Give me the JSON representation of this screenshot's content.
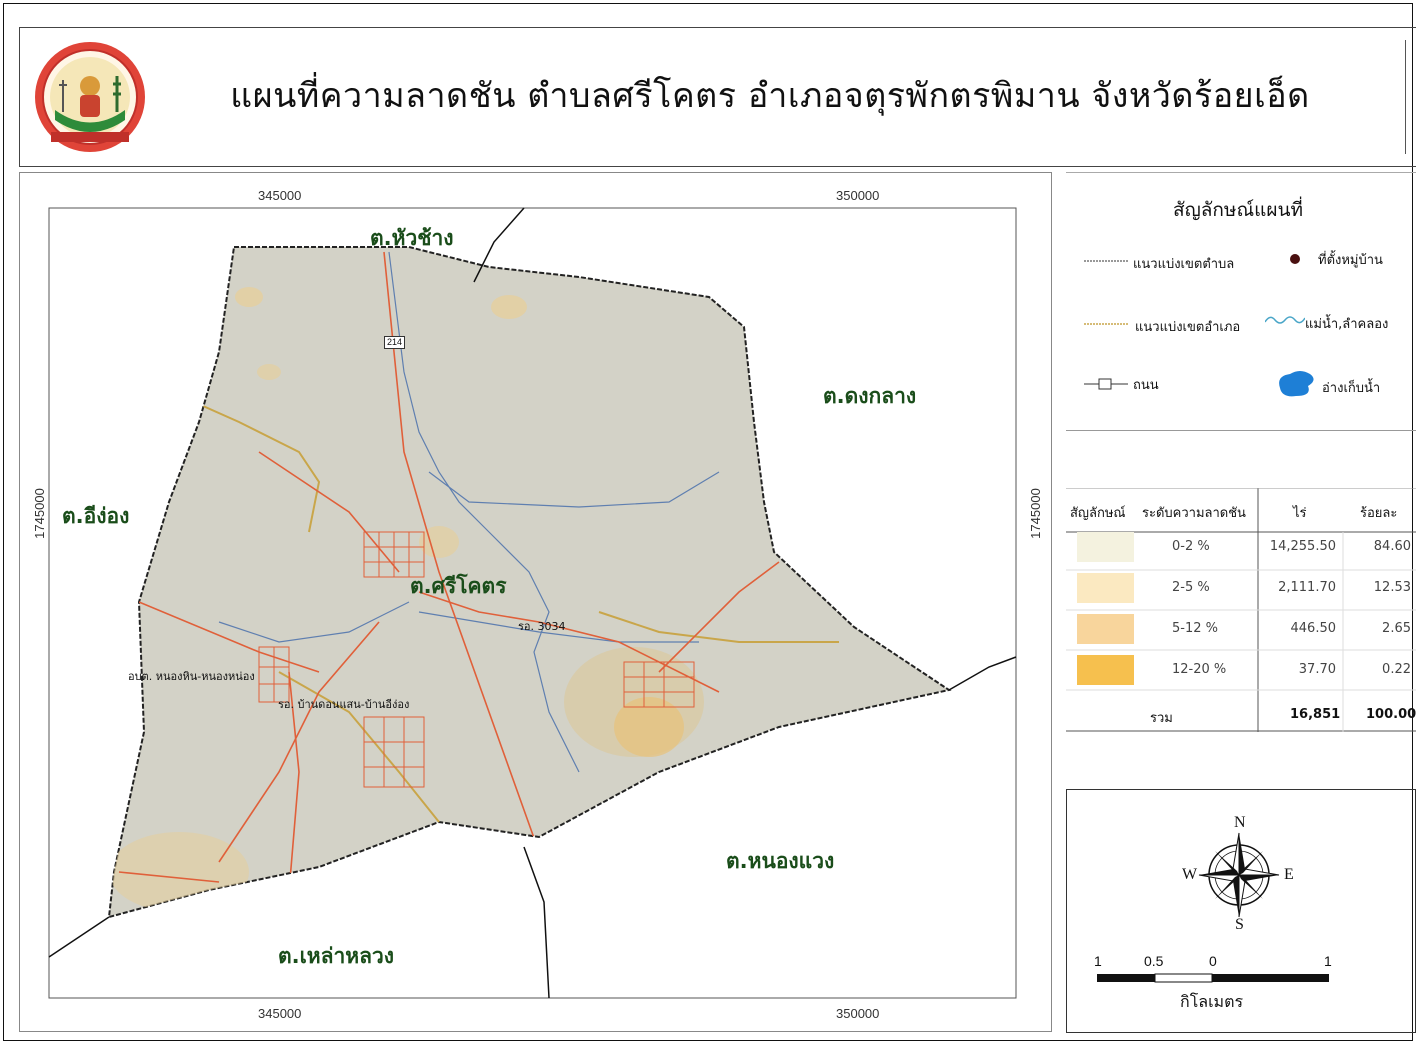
{
  "header": {
    "title": "แผนที่ความลาดชัน  ตำบลศรีโคตร อำเภอจตุรพักตรพิมาน จังหวัดร้อยเอ็ด"
  },
  "map": {
    "coords": {
      "top_left": "345000",
      "top_right": "350000",
      "bottom_left": "345000",
      "bottom_right": "350000",
      "left_mid": "1745000",
      "right_mid": "1745000"
    },
    "places": {
      "north": "ต.หัวช้าง",
      "east": "ต.ดงกลาง",
      "west": "ต.อีง่อง",
      "center": "ต.ศรีโคตร",
      "southeast": "ต.หนองแวง",
      "southwest": "ต.เหล่าหลวง"
    },
    "road_labels": {
      "hwy_214": "214",
      "road_3034": "รอ. 3034",
      "road_west": "อบต. หนองหิน-หนองหน่อง",
      "road_south": "รอ. บ้านดอนแสน-บ้านอีง่อง"
    },
    "colors": {
      "terrain": "#d3d2c7",
      "road": "#e0603a",
      "stream": "#5f7fb0",
      "district_boundary": "#c9a64a"
    }
  },
  "legend": {
    "title": "สัญลักษณ์แผนที่",
    "items": {
      "subdistrict_boundary": "แนวแบ่งเขตตำบล",
      "village": "ที่ตั้งหมู่บ้าน",
      "district_boundary": "แนวแบ่งเขตอำเภอ",
      "river": "แม่น้ำ,ลำคลอง",
      "road": "ถนน",
      "reservoir": "อ่างเก็บน้ำ"
    },
    "icons": [
      "dashed-line-icon",
      "village-dot-icon",
      "district-line-icon",
      "river-wave-icon",
      "road-shield-icon",
      "reservoir-shape-icon"
    ]
  },
  "slope_table": {
    "headers": [
      "สัญลักษณ์",
      "ระดับความลาดชัน",
      "ไร่",
      "ร้อยละ"
    ],
    "rows": [
      {
        "color": "#f4f2df",
        "range": "0-2 %",
        "rai": "14,255.50",
        "percent": "84.60"
      },
      {
        "color": "#fbe9c1",
        "range": "2-5 %",
        "rai": "2,111.70",
        "percent": "12.53"
      },
      {
        "color": "#f8d59c",
        "range": "5-12 %",
        "rai": "446.50",
        "percent": "2.65"
      },
      {
        "color": "#f6c04e",
        "range": "12-20 %",
        "rai": "37.70",
        "percent": "0.22"
      }
    ],
    "total": {
      "label": "รวม",
      "rai": "16,851",
      "percent": "100.00"
    }
  },
  "compass": {
    "n": "N",
    "s": "S",
    "e": "E",
    "w": "W"
  },
  "scale_bar": {
    "ticks": [
      "1",
      "0.5",
      "0",
      "1"
    ],
    "unit": "กิโลเมตร"
  }
}
